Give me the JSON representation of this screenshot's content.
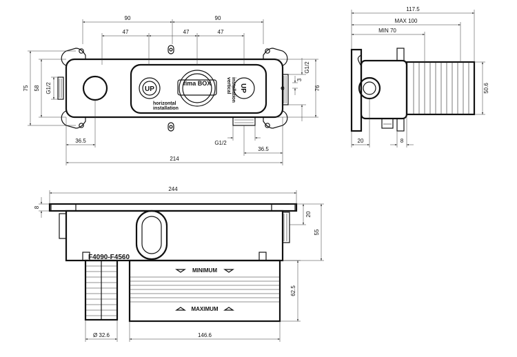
{
  "dimensions": {
    "d90a": "90",
    "d90b": "90",
    "d47a": "47",
    "d47b": "47",
    "d47c": "47",
    "d75": "75",
    "d58": "58",
    "g12_left": "G1/2",
    "g12_right": "G1/2",
    "d3": "3",
    "d76": "76",
    "g12_bottom": "G1/2",
    "d36_5a": "36.5",
    "d36_5b": "36.5",
    "d214": "214",
    "d117_5": "117.5",
    "max100": "MAX 100",
    "min70": "MIN 70",
    "d50_6": "50.6",
    "d20_side": "20",
    "d8_side": "8",
    "d244": "244",
    "d8_front": "8",
    "d20_front": "20",
    "d55": "55",
    "d62_5": "62.5",
    "dia32_6": "Ø 32.6",
    "d146_6": "146.6"
  },
  "labels": {
    "up_left": "UP",
    "up_right": "UP",
    "horizontal1": "horizontal",
    "horizontal2": "installation",
    "vertical1": "vertical",
    "vertical2": "installation",
    "model": "F4090-F4560",
    "minimum": "MINIMUM",
    "maximum": "MAXIMUM"
  },
  "logo": "fima BOX"
}
